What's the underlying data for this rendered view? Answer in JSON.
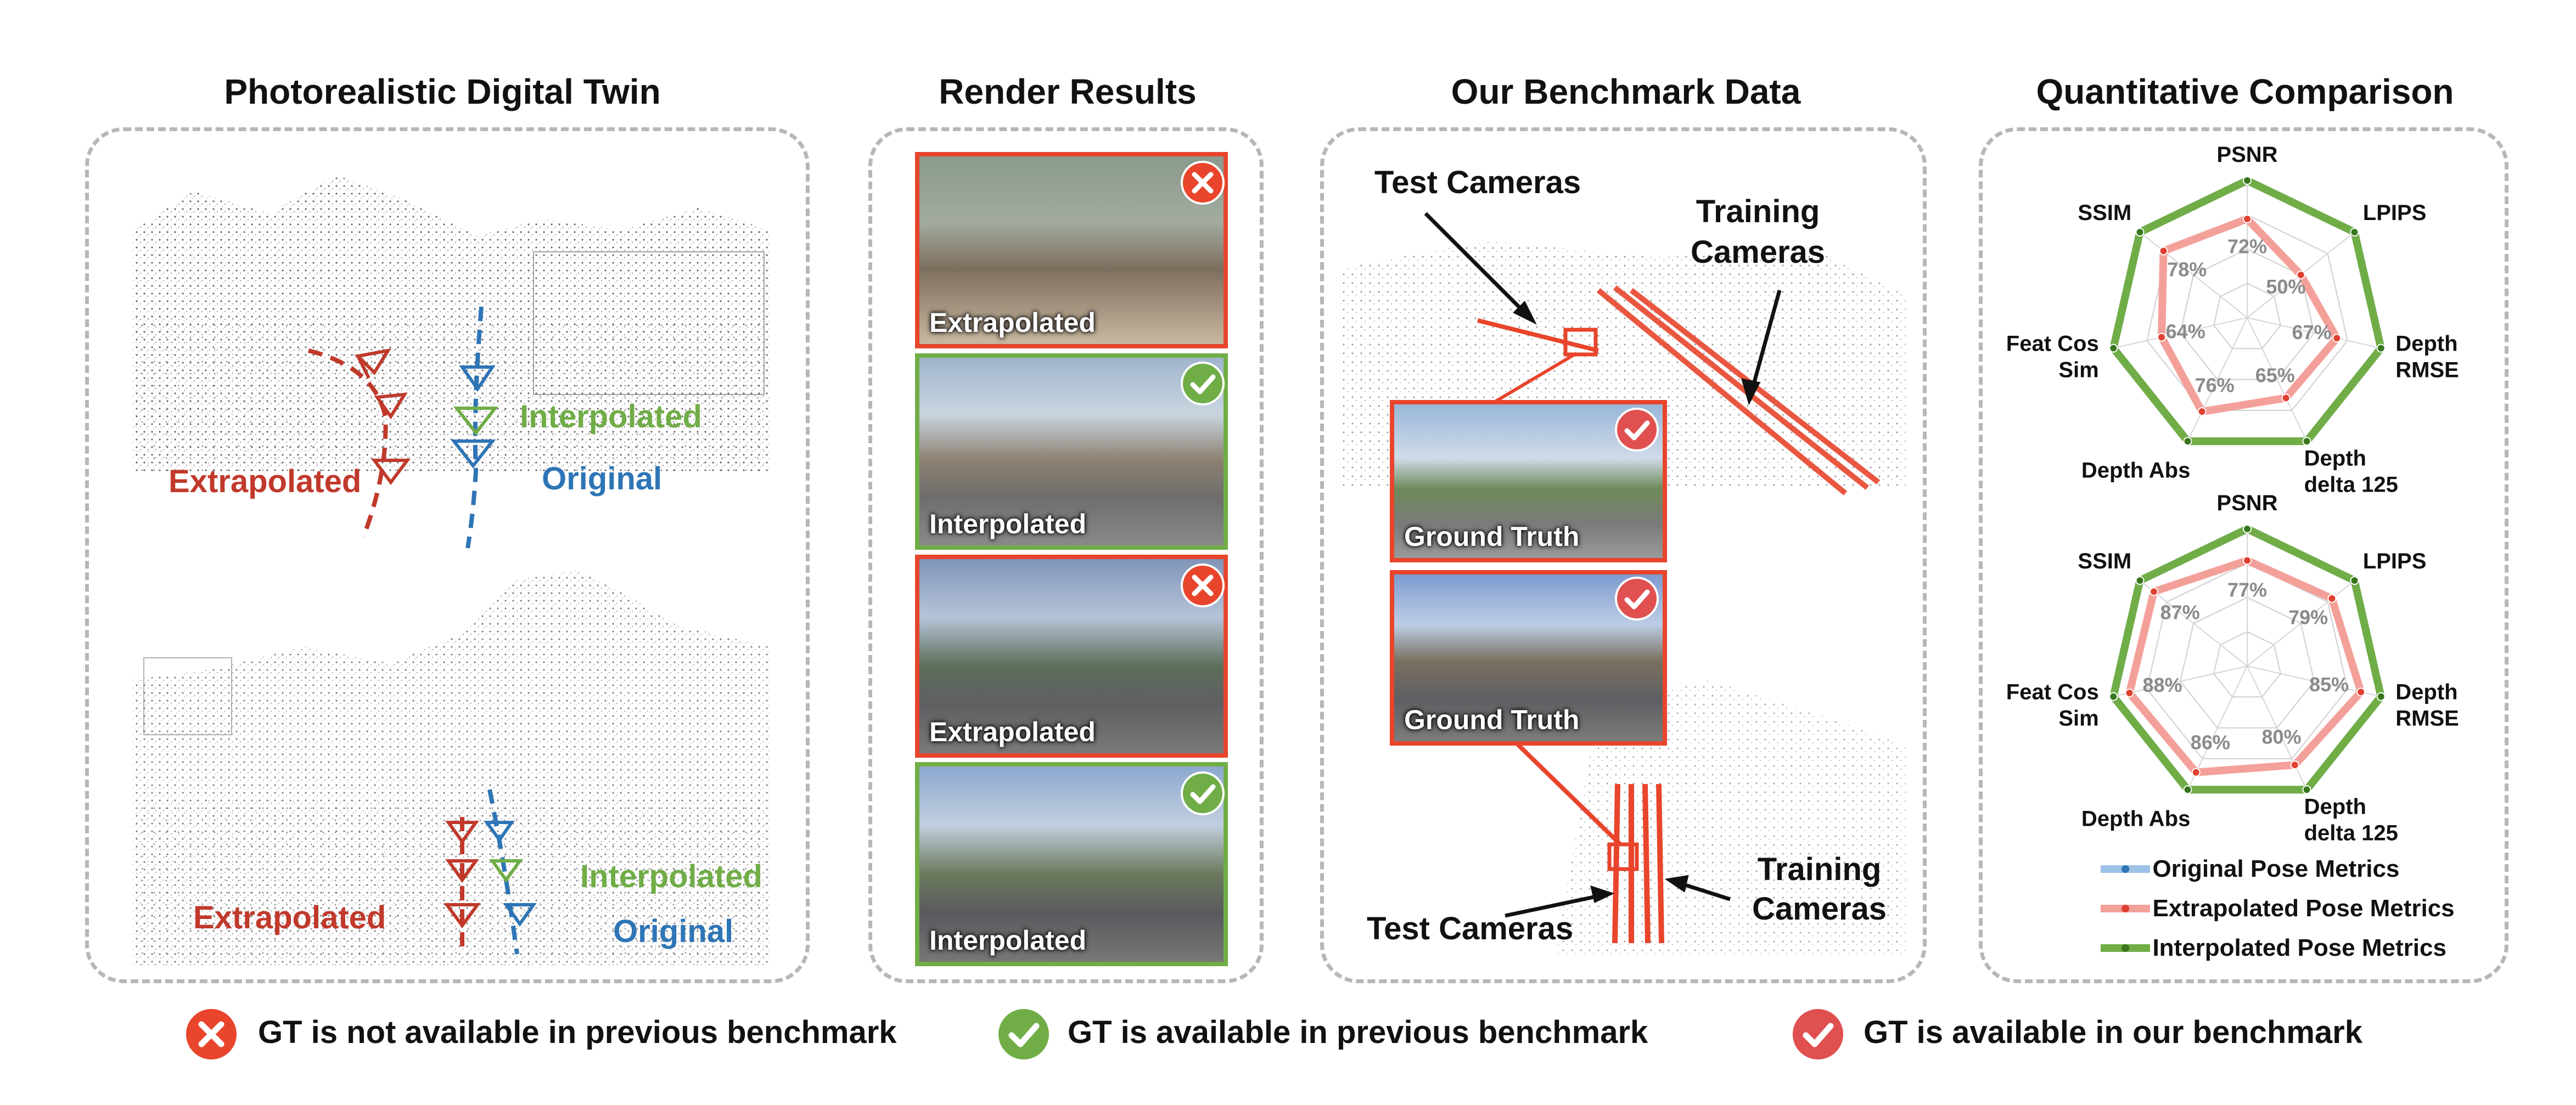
{
  "panels": {
    "twin": {
      "title": "Photorealistic Digital Twin",
      "top": {
        "extrapolated": "Extrapolated",
        "interpolated": "Interpolated",
        "original": "Original"
      },
      "bottom": {
        "extrapolated": "Extrapolated",
        "interpolated": "Interpolated",
        "original": "Original"
      }
    },
    "render": {
      "title": "Render Results",
      "items": [
        {
          "caption": "Extrapolated",
          "status": "not-available"
        },
        {
          "caption": "Interpolated",
          "status": "available-previous"
        },
        {
          "caption": "Extrapolated",
          "status": "not-available"
        },
        {
          "caption": "Interpolated",
          "status": "available-previous"
        }
      ]
    },
    "benchmark": {
      "title": "Our Benchmark Data",
      "test_cameras_top": "Test Cameras",
      "training_cameras_top": [
        "Training",
        "Cameras"
      ],
      "gt_1": "Ground Truth",
      "gt_2": "Ground Truth",
      "test_cameras_bottom": "Test Cameras",
      "training_cameras_bottom": [
        "Training",
        "Cameras"
      ]
    },
    "quant": {
      "title": "Quantitative Comparison"
    }
  },
  "chart_data": [
    {
      "type": "radar",
      "axes": [
        "PSNR",
        "LPIPS",
        "Depth RMSE",
        "Depth delta 125",
        "Depth Abs",
        "Feat Cos Sim",
        "SSIM"
      ],
      "axis_label_lines": [
        [
          "PSNR"
        ],
        [
          "LPIPS"
        ],
        [
          "Depth",
          "RMSE"
        ],
        [
          "Depth",
          "delta 125"
        ],
        [
          "Depth Abs"
        ],
        [
          "Feat Cos",
          "Sim"
        ],
        [
          "SSIM"
        ]
      ],
      "series": [
        {
          "name": "Original Pose Metrics",
          "values": [
            1,
            1,
            1,
            1,
            1,
            1,
            1
          ]
        },
        {
          "name": "Extrapolated Pose Metrics",
          "values": [
            0.72,
            0.5,
            0.67,
            0.65,
            0.76,
            0.64,
            0.78
          ],
          "labels": [
            "72%",
            "50%",
            "67%",
            "65%",
            "76%",
            "64%",
            "78%"
          ]
        },
        {
          "name": "Interpolated Pose Metrics",
          "values": [
            1,
            1,
            1,
            1,
            1,
            1,
            1
          ]
        }
      ]
    },
    {
      "type": "radar",
      "axes": [
        "PSNR",
        "LPIPS",
        "Depth RMSE",
        "Depth delta 125",
        "Depth Abs",
        "Feat Cos Sim",
        "SSIM"
      ],
      "axis_label_lines": [
        [
          "PSNR"
        ],
        [
          "LPIPS"
        ],
        [
          "Depth",
          "RMSE"
        ],
        [
          "Depth",
          "delta 125"
        ],
        [
          "Depth Abs"
        ],
        [
          "Feat Cos",
          "Sim"
        ],
        [
          "SSIM"
        ]
      ],
      "series": [
        {
          "name": "Original Pose Metrics",
          "values": [
            1,
            1,
            1,
            1,
            1,
            1,
            1
          ]
        },
        {
          "name": "Extrapolated Pose Metrics",
          "values": [
            0.77,
            0.79,
            0.85,
            0.8,
            0.86,
            0.88,
            0.87
          ],
          "labels": [
            "77%",
            "79%",
            "85%",
            "80%",
            "86%",
            "88%",
            "87%"
          ]
        },
        {
          "name": "Interpolated Pose Metrics",
          "values": [
            1,
            1,
            1,
            1,
            1,
            1,
            1
          ]
        }
      ]
    }
  ],
  "radar_legend": [
    {
      "label": "Original Pose Metrics",
      "color": "#9dc3e6",
      "dot": "#2e75b6"
    },
    {
      "label": "Extrapolated Pose Metrics",
      "color": "#f4a09a",
      "dot": "#e04030"
    },
    {
      "label": "Interpolated Pose Metrics",
      "color": "#70ad47",
      "dot": "#38761d"
    }
  ],
  "legend": [
    {
      "icon": "red-x",
      "text": "GT is not available in previous benchmark"
    },
    {
      "icon": "green-check",
      "text": "GT is available in previous benchmark"
    },
    {
      "icon": "red-check",
      "text": "GT is available in our benchmark"
    }
  ],
  "colors": {
    "extrapolated": "#c0392b",
    "interpolated": "#70ad47",
    "original": "#2e75b6",
    "accent": "#e8452c",
    "panel_border": "#b7b7b7"
  }
}
